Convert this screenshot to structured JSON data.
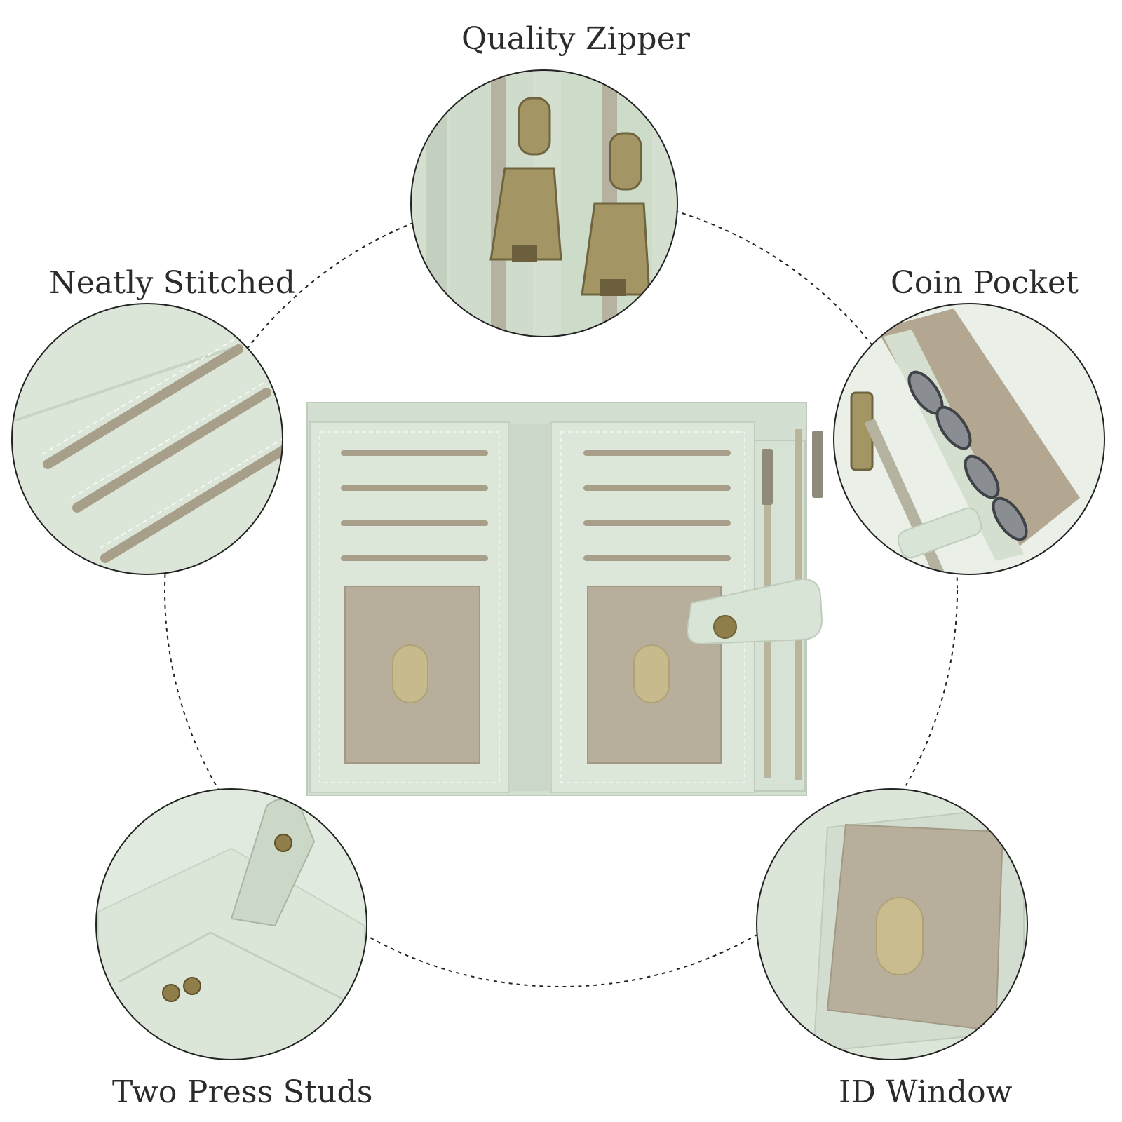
{
  "features": {
    "zipper": "Quality Zipper",
    "stitched": "Neatly Stitched",
    "coin": "Coin Pocket",
    "studs": "Two Press Studs",
    "id_window": "ID Window"
  },
  "colors": {
    "leather": "#dbe6d8",
    "leather_shade": "#c7d4c3",
    "stitch": "#eef4ec",
    "slot": "#a89f8a",
    "window": "#b7ae9c",
    "brass": "#9b8a5c",
    "coin": "#8a8e93",
    "line": "#222222"
  },
  "icons": [
    "zipper-pull-icon",
    "press-stud-icon",
    "coin-icon"
  ]
}
